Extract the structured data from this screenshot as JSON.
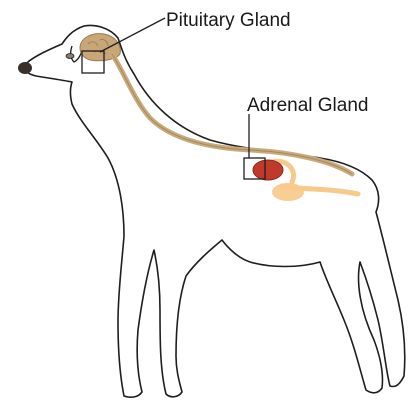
{
  "labels": {
    "pituitary": "Pituitary Gland",
    "adrenal": "Adrenal Gland"
  },
  "colors": {
    "outline": "#1e1e1e",
    "spinal_cord": "#c9aa7a",
    "brain": "#c9a677",
    "adrenal": "#c0392b",
    "kidney_tract": "#f7c98a"
  },
  "icons": {
    "anatomy": "dog-anatomy-diagram"
  }
}
